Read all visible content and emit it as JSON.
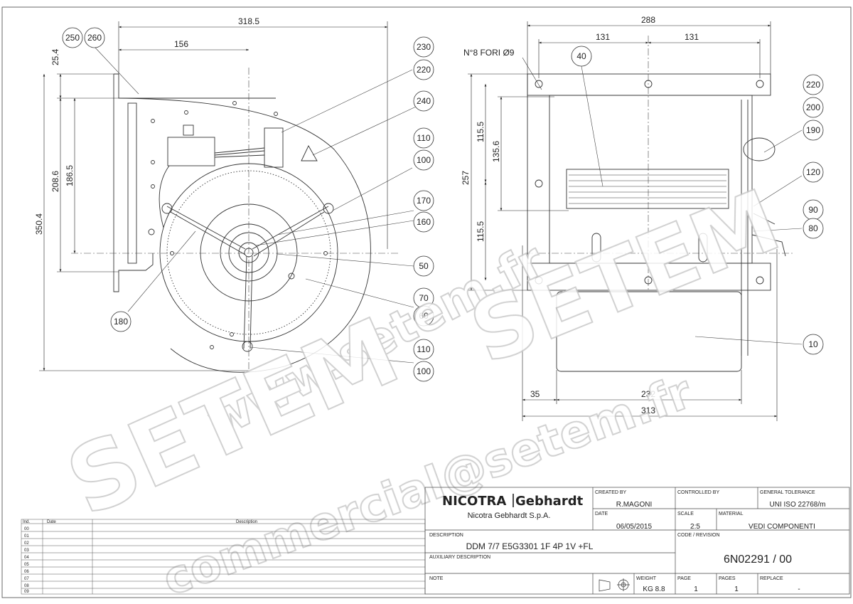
{
  "front_view": {
    "dims": {
      "width_total": "318.5",
      "width_half": "156",
      "top_offset": "25.4",
      "height_a": "208.6",
      "height_b": "186.5",
      "height_total": "350.4"
    },
    "balloons": [
      "250",
      "260",
      "230",
      "220",
      "240",
      "110",
      "100",
      "170",
      "160",
      "50",
      "70",
      "60",
      "110",
      "100",
      "180"
    ]
  },
  "side_view": {
    "dims": {
      "width_top": "288",
      "pitch_left": "131",
      "pitch_right": "131",
      "height_total": "257",
      "upper": "115.5",
      "inner": "135.6",
      "lower": "115.5",
      "offset": "35",
      "inner_width": "232",
      "total_width": "313"
    },
    "holes_note": "N°8 FORI Ø9",
    "balloons": [
      "40",
      "220",
      "200",
      "190",
      "120",
      "90",
      "80",
      "10"
    ]
  },
  "watermarks": [
    "www.setem.fr",
    "SETEM",
    "SETEM",
    "commercial@setem.fr"
  ],
  "revision_table": {
    "headers": [
      "Ind.",
      "Date",
      "Description"
    ],
    "rows": [
      "00",
      "01",
      "02",
      "03",
      "04",
      "05",
      "06",
      "07",
      "08",
      "09"
    ]
  },
  "title_block": {
    "brand_left": "NICOTRA",
    "brand_right": "Gebhardt",
    "company": "Nicotra Gebhardt S.p.A.",
    "created_by_label": "CREATED BY",
    "created_by": "R.MAGONI",
    "controlled_by_label": "CONTROLLED BY",
    "general_tolerance_label": "GENERAL TOLERANCE",
    "general_tolerance": "UNI ISO 22768/m",
    "date_label": "DATE",
    "date": "06/05/2015",
    "scale_label": "SCALE",
    "scale": "2:5",
    "material_label": "MATERIAL",
    "material": "VEDI COMPONENTI",
    "description_label": "DESCRIPTION",
    "description": "DDM 7/7 E5G3301 1F 4P 1V +FL",
    "code_label": "CODE / REVISION",
    "code": "6N02291 / 00",
    "aux_label": "AUXILIARY DESCRIPTION",
    "note_label": "NOTE",
    "weight_label": "WEIGHT",
    "weight": "KG 8.8",
    "page_label": "PAGE",
    "page": "1",
    "pages_label": "PAGES",
    "pages": "1",
    "replace_label": "REPLACE",
    "replace": "-"
  }
}
